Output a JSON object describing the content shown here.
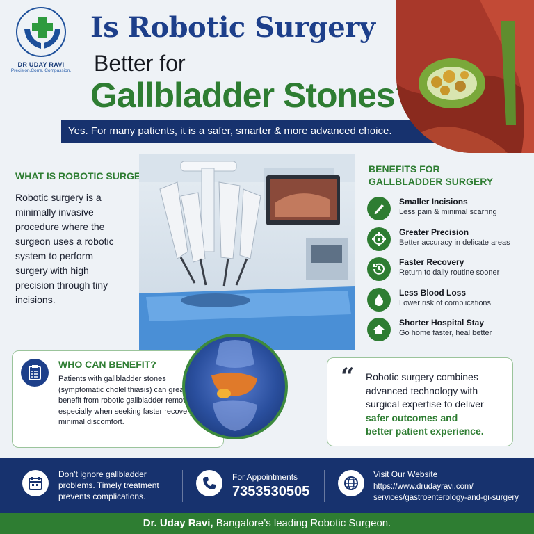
{
  "brand": {
    "name": "DR UDAY RAVI",
    "tagline": "Precision.Corre. Compassion."
  },
  "title": {
    "line1": "Is Robotic Surgery",
    "line2": "Better for",
    "line3": "Gallbladder Stones?"
  },
  "subtitle": "Yes. For many patients, it is a safer, smarter & more advanced choice.",
  "what": {
    "heading": "WHAT IS ROBOTIC SURGERY?",
    "text": "Robotic surgery is a minimally invasive procedure where the surgeon uses a robotic system to perform surgery with high precision through tiny incisions."
  },
  "benefits": {
    "heading_line1": "BENEFITS FOR",
    "heading_line2": "GALLBLADDER SURGERY",
    "items": [
      {
        "title": "Smaller Incisions",
        "desc": "Less pain & minimal scarring",
        "icon": "scalpel-icon"
      },
      {
        "title": "Greater Precision",
        "desc": "Better accuracy in delicate areas",
        "icon": "crosshair-icon"
      },
      {
        "title": "Faster Recovery",
        "desc": "Return to daily routine sooner",
        "icon": "clock-arrow-icon"
      },
      {
        "title": "Less Blood Loss",
        "desc": "Lower risk of complications",
        "icon": "drop-icon"
      },
      {
        "title": "Shorter Hospital Stay",
        "desc": "Go home faster, heal better",
        "icon": "home-icon"
      }
    ]
  },
  "who": {
    "heading": "WHO CAN BENEFIT?",
    "text": "Patients with gallbladder stones (symptomatic cholelithiasis) can greatly benefit from robotic gallbladder removal, especially when seeking faster recovery and minimal discomfort."
  },
  "quote": {
    "mark": "“",
    "text": "Robotic surgery combines advanced technology with surgical expertise to deliver",
    "em1": "safer outcomes and",
    "em2": "better patient experience."
  },
  "footer": {
    "reminder": "Don’t ignore gallbladder problems. Timely treatment prevents complications.",
    "appointments_label": "For Appointments",
    "phone": "7353530505",
    "website_label": "Visit Our Website",
    "website_url_line1": "https://www.drudayravi.com/",
    "website_url_line2": "services/gastroenterology-and-gi-surgery",
    "bottom_name": "Dr. Uday Ravi,",
    "bottom_rest": " Bangalore’s leading Robotic Surgeon."
  },
  "colors": {
    "navy": "#17326e",
    "title_blue": "#1d3f8a",
    "green": "#2e7d32",
    "background": "#eef2f6"
  }
}
